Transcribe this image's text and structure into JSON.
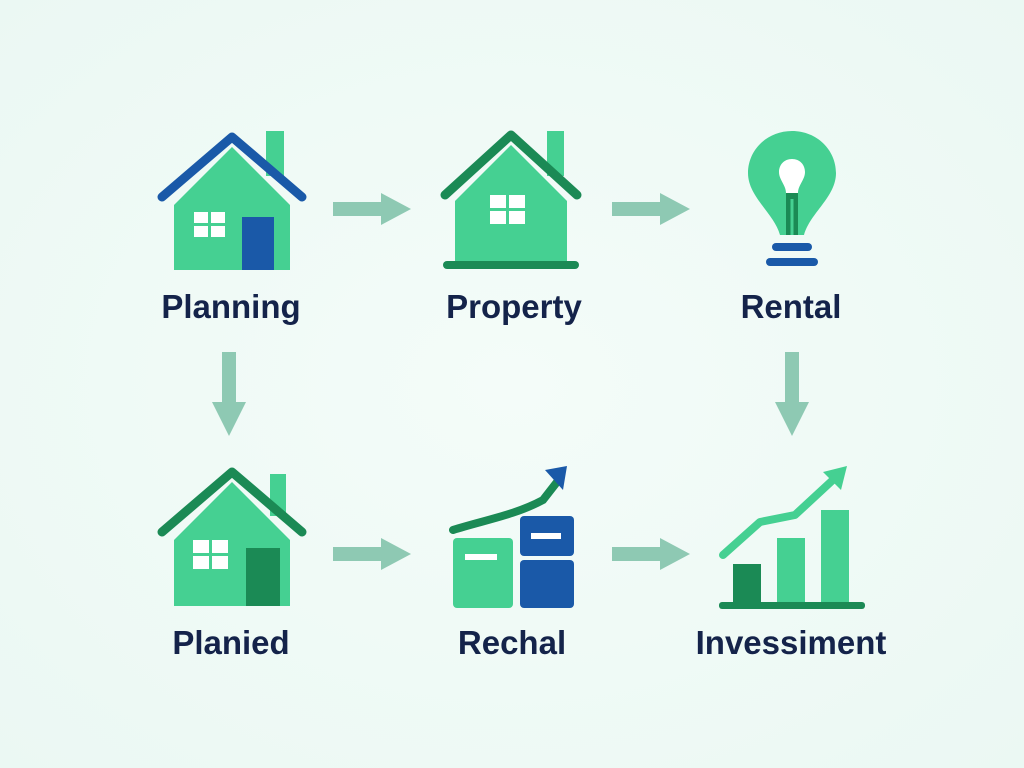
{
  "diagram": {
    "colors": {
      "background": "#eef9f5",
      "green_light": "#45d092",
      "green_dark": "#1b8a55",
      "blue": "#1a59a8",
      "navy_text": "#14234a",
      "arrow": "#8ec9b3"
    },
    "nodes": [
      {
        "id": "planning",
        "label": "Planning",
        "icon": "house-icon"
      },
      {
        "id": "property",
        "label": "Property",
        "icon": "house-icon"
      },
      {
        "id": "rental",
        "label": "Rental",
        "icon": "lightbulb-icon"
      },
      {
        "id": "planied",
        "label": "Planied",
        "icon": "house-icon"
      },
      {
        "id": "rechal",
        "label": "Rechal",
        "icon": "growth-boxes-icon"
      },
      {
        "id": "invessiment",
        "label": "Invessiment",
        "icon": "bar-chart-growth-icon"
      }
    ],
    "edges": [
      {
        "from": "planning",
        "to": "property"
      },
      {
        "from": "property",
        "to": "rental"
      },
      {
        "from": "planning",
        "to": "planied"
      },
      {
        "from": "rental",
        "to": "invessiment"
      },
      {
        "from": "planied",
        "to": "rechal"
      },
      {
        "from": "rechal",
        "to": "invessiment"
      }
    ]
  }
}
